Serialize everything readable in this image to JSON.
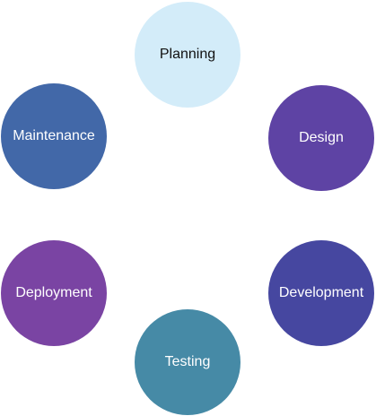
{
  "nodes": [
    {
      "label": "Planning",
      "color": "#d3ecf9"
    },
    {
      "label": "Design",
      "color": "#5e43a4"
    },
    {
      "label": "Development",
      "color": "#4647a0"
    },
    {
      "label": "Testing",
      "color": "#468aa6"
    },
    {
      "label": "Deployment",
      "color": "#7a44a3"
    },
    {
      "label": "Maintenance",
      "color": "#4268a8"
    }
  ]
}
